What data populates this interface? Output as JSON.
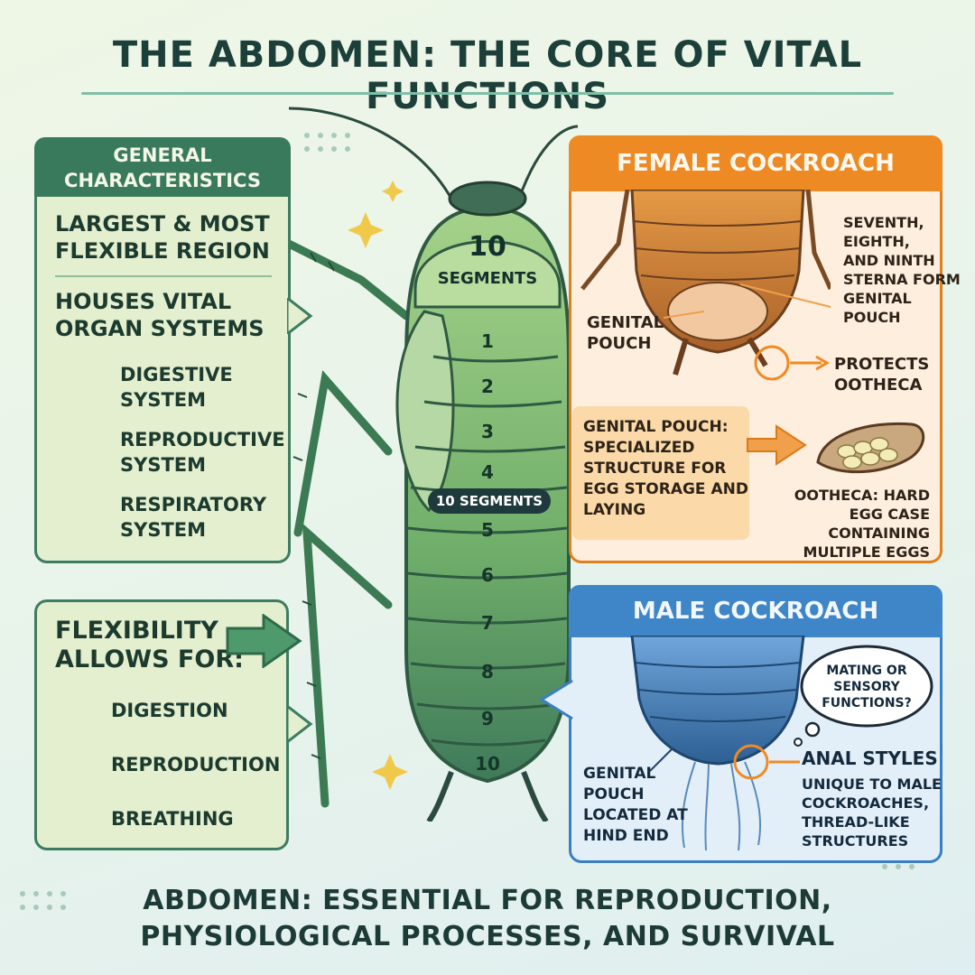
{
  "title": "THE ABDOMEN: THE CORE OF VITAL FUNCTIONS",
  "general": {
    "header_line1": "GENERAL",
    "header_line2": "CHARACTERISTICS",
    "item1_line1": "LARGEST & MOST",
    "item1_line2": "FLEXIBLE REGION",
    "item2_line1": "HOUSES VITAL",
    "item2_line2": "ORGAN SYSTEMS",
    "systems": [
      {
        "l1": "DIGESTIVE",
        "l2": "SYSTEM"
      },
      {
        "l1": "REPRODUCTIVE",
        "l2": "SYSTEM"
      },
      {
        "l1": "RESPIRATORY",
        "l2": "SYSTEM"
      }
    ]
  },
  "flexibility": {
    "line1": "FLEXIBILITY",
    "line2": "ALLOWS FOR:",
    "items": [
      "DIGESTION",
      "REPRODUCTION",
      "BREATHING"
    ]
  },
  "body": {
    "top_count": "10",
    "top_label": "SEGMENTS",
    "pill": "10 SEGMENTS",
    "segments": [
      "1",
      "2",
      "3",
      "4",
      "5",
      "6",
      "7",
      "8",
      "9",
      "10"
    ]
  },
  "female": {
    "header": "FEMALE COCKROACH",
    "sterna": [
      "SEVENTH,",
      "EIGHTH,",
      "AND NINTH",
      "STERNA FORM",
      "GENITAL",
      "POUCH"
    ],
    "pouch_label": [
      "GENITAL",
      "POUCH"
    ],
    "protects": [
      "PROTECTS",
      "OOTHECA"
    ],
    "pouch_desc": [
      "GENITAL POUCH:",
      "SPECIALIZED",
      "STRUCTURE FOR",
      "EGG STORAGE AND",
      "LAYING"
    ],
    "ootheca": [
      "OOTHECA: HARD",
      "EGG CASE",
      "CONTAINING",
      "MULTIPLE EGGS"
    ]
  },
  "male": {
    "header": "MALE COCKROACH",
    "bubble": [
      "MATING OR",
      "SENSORY",
      "FUNCTIONS?"
    ],
    "styles_title": "ANAL STYLES",
    "styles_desc": [
      "UNIQUE TO MALE",
      "COCKROACHES,",
      "THREAD-LIKE",
      "STRUCTURES"
    ],
    "pouch": [
      "GENITAL",
      "POUCH",
      "LOCATED AT",
      "HIND END"
    ]
  },
  "bottom": {
    "line1": "ABDOMEN: ESSENTIAL FOR REPRODUCTION,",
    "line2": "PHYSIOLOGICAL PROCESSES, AND SURVIVAL"
  },
  "colors": {
    "green_dark": "#3a7a5c",
    "orange": "#ed8a24",
    "blue": "#3f86c8",
    "body_green": "#8fc27a"
  }
}
